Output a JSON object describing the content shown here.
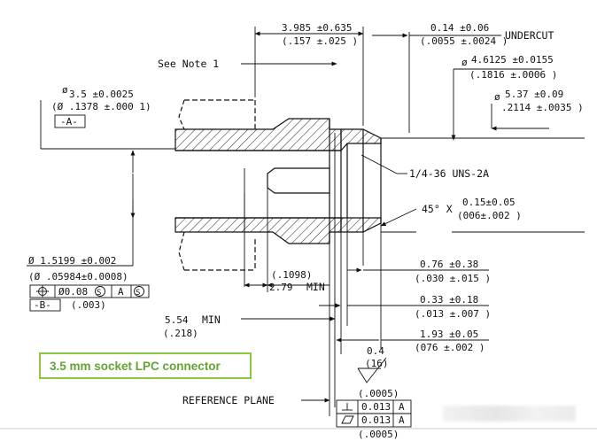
{
  "caption": "3.5 mm socket LPC connector",
  "see_note": "See Note 1",
  "reference_plane": "REFERENCE PLANE",
  "labels": {
    "undercut": "UNDERCUT",
    "thread": "1/4-36 UNS-2A",
    "chamfer_prefix": "45° X",
    "min1": "MIN",
    "min2": "MIN",
    "datum_a": "-A-",
    "datum_b": "-B-"
  },
  "dims": {
    "d3985": "3.985 ±0.635",
    "d3985_in": "(.157 ±.025 )",
    "d014": "0.14 ±0.06",
    "d014_in": "(.0055 ±.0024 )",
    "d46125": "4.6125 ±0.0155",
    "d46125_in": "(.1816 ±.0006 )",
    "d537": "5.37 ±0.09",
    "d537_in": ".2114 ±.0035 )",
    "d35": "3.5 ±0.0025",
    "d35_in": "(Ø .1378 ±.000 1)",
    "chamfer": "0.15±0.05",
    "chamfer_in": "(006±.002 )",
    "d15199": "Ø 1.5199 ±0.002",
    "d15199_in": "(Ø .05984±0.0008)",
    "tol_pos": "Ø0.08",
    "tol_s1": "S",
    "tol_a": "A",
    "tol_s2": "S",
    "tol_paren": "(.003)",
    "d1098": "(.1098)",
    "d279": "2.79",
    "d554": "5.54",
    "d554_in": "(.218)",
    "d076": "0.76 ±0.38",
    "d076_in": "(.030 ±.015 )",
    "d033": "0.33 ±0.18",
    "d033_in": "(.013 ±.007 )",
    "d193": "1.93 ±0.05",
    "d193_in": "(076 ±.002 )",
    "surf": "0.4",
    "surf_in": "(16)",
    "tol_top": "(.0005)",
    "tol_bottom": "(.0005)",
    "perp_val": "0.013",
    "perp_ref": "A",
    "flat_val": "0.013",
    "flat_ref": "A"
  },
  "colors": {
    "caption": "#62a531",
    "caption_border": "#8dc63f",
    "line": "#111111"
  }
}
